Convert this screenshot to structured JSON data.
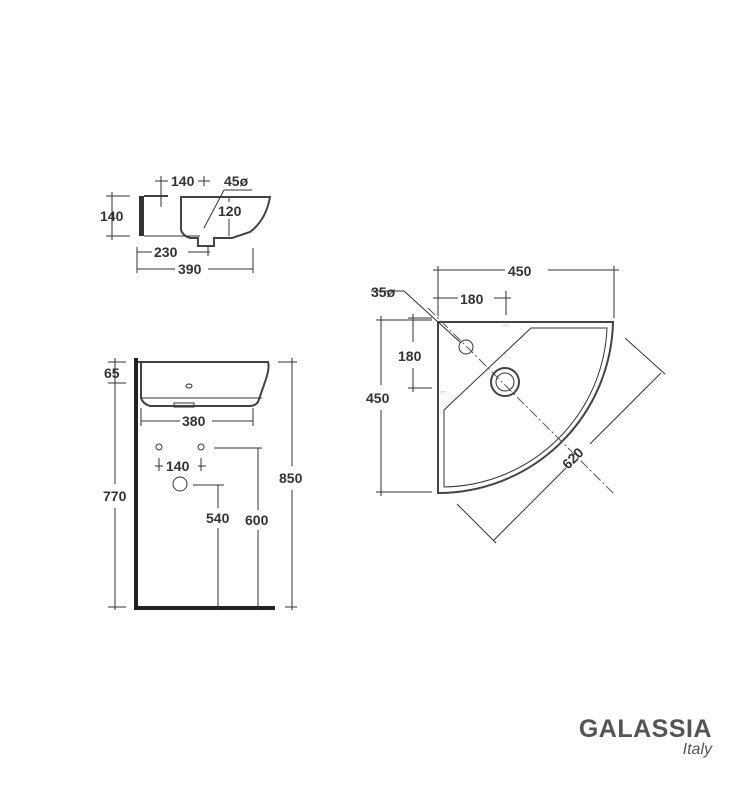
{
  "side_section_view": {
    "height_label": "140",
    "tap_offset_label": "140",
    "tap_hole_label": "45ø",
    "depth_label": "120",
    "drain_distance_label": "230",
    "total_depth_label": "390"
  },
  "side_elevation_view": {
    "rim_thickness_label": "65",
    "width_label": "380",
    "tap_spacing_label": "140",
    "rim_height_label": "770",
    "waste_height_label": "540",
    "supply_height_label": "600",
    "total_height_label": "850"
  },
  "plan_view": {
    "width_label": "450",
    "tap_offset_x_label": "180",
    "tap_hole_label": "35ø",
    "tap_offset_y_label": "180",
    "depth_label": "450",
    "diagonal_label": "620"
  },
  "logo": {
    "brand": "GALASSIA",
    "country": "Italy"
  }
}
